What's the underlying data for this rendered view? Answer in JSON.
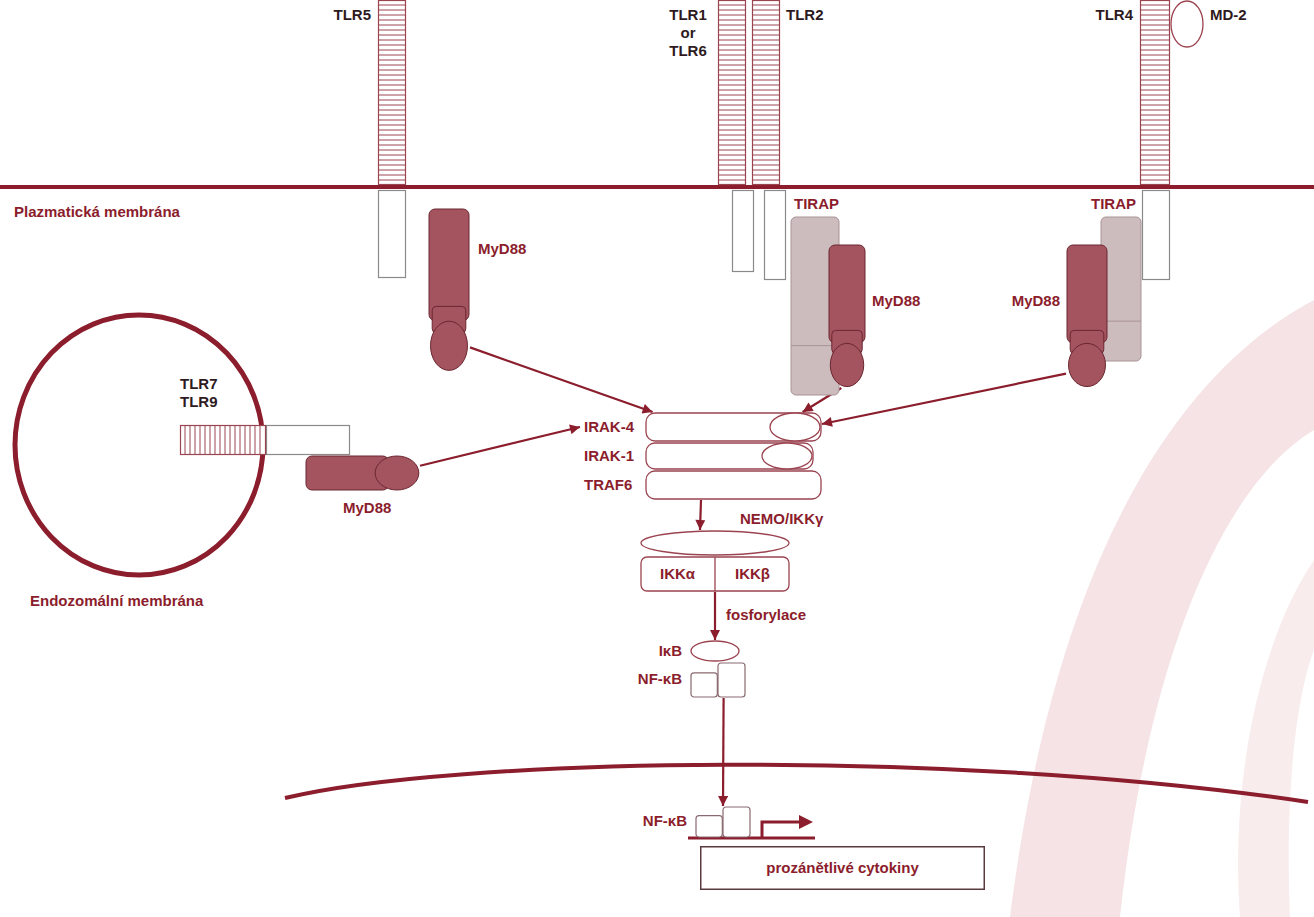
{
  "diagram": {
    "nodes": [
      {
        "text": [
          "TLR5"
        ]
      },
      {
        "text": [
          "TLR1 or TLR6"
        ]
      },
      {
        "text": [
          "TLR2"
        ]
      },
      {
        "text": [
          "TLR4"
        ]
      },
      {
        "text": [
          "MD-2"
        ]
      },
      {
        "text": [
          "MyD88"
        ]
      },
      {
        "text": [
          "TIRAP"
        ]
      },
      {
        "text": [
          "MyD88"
        ]
      },
      {
        "text": [
          "TIRAP"
        ]
      },
      {
        "text": [
          "MyD88"
        ]
      },
      {
        "text": [
          "Endozomální membrána"
        ]
      },
      {
        "text": [
          "TLR7 TLR9"
        ],
        "in": 10
      },
      {
        "text": [
          "MyD88"
        ]
      },
      {
        "text": [
          "IRAK-4"
        ]
      },
      {
        "text": [
          "IRAK-1"
        ]
      },
      {
        "text": [
          "TRAF6"
        ]
      },
      {
        "text": [
          "NEMO/IKKγ"
        ]
      },
      {
        "text": [
          "IKKα",
          "IKKβ"
        ]
      },
      {
        "text": [
          "IκB"
        ]
      },
      {
        "text": [
          "NF-κB"
        ]
      },
      {
        "text": [
          "NF-κB"
        ]
      },
      {
        "text": [
          "prozánětlivé cytokiny"
        ]
      }
    ],
    "edges": [
      {
        "from": 5,
        "to": 13,
        "arrow": "to"
      },
      {
        "from": 7,
        "to": 13,
        "arrow": "to"
      },
      {
        "from": 9,
        "to": 13,
        "arrow": "to"
      },
      {
        "from": 12,
        "to": 13,
        "arrow": "to"
      },
      {
        "from": 15,
        "to": 16,
        "arrow": "to"
      },
      {
        "from": 17,
        "to": 18,
        "label": "fosforylace",
        "arrow": "to"
      },
      {
        "from": 19,
        "to": 20,
        "arrow": "to"
      }
    ],
    "labels": [
      "Plazmatická membrána"
    ]
  }
}
